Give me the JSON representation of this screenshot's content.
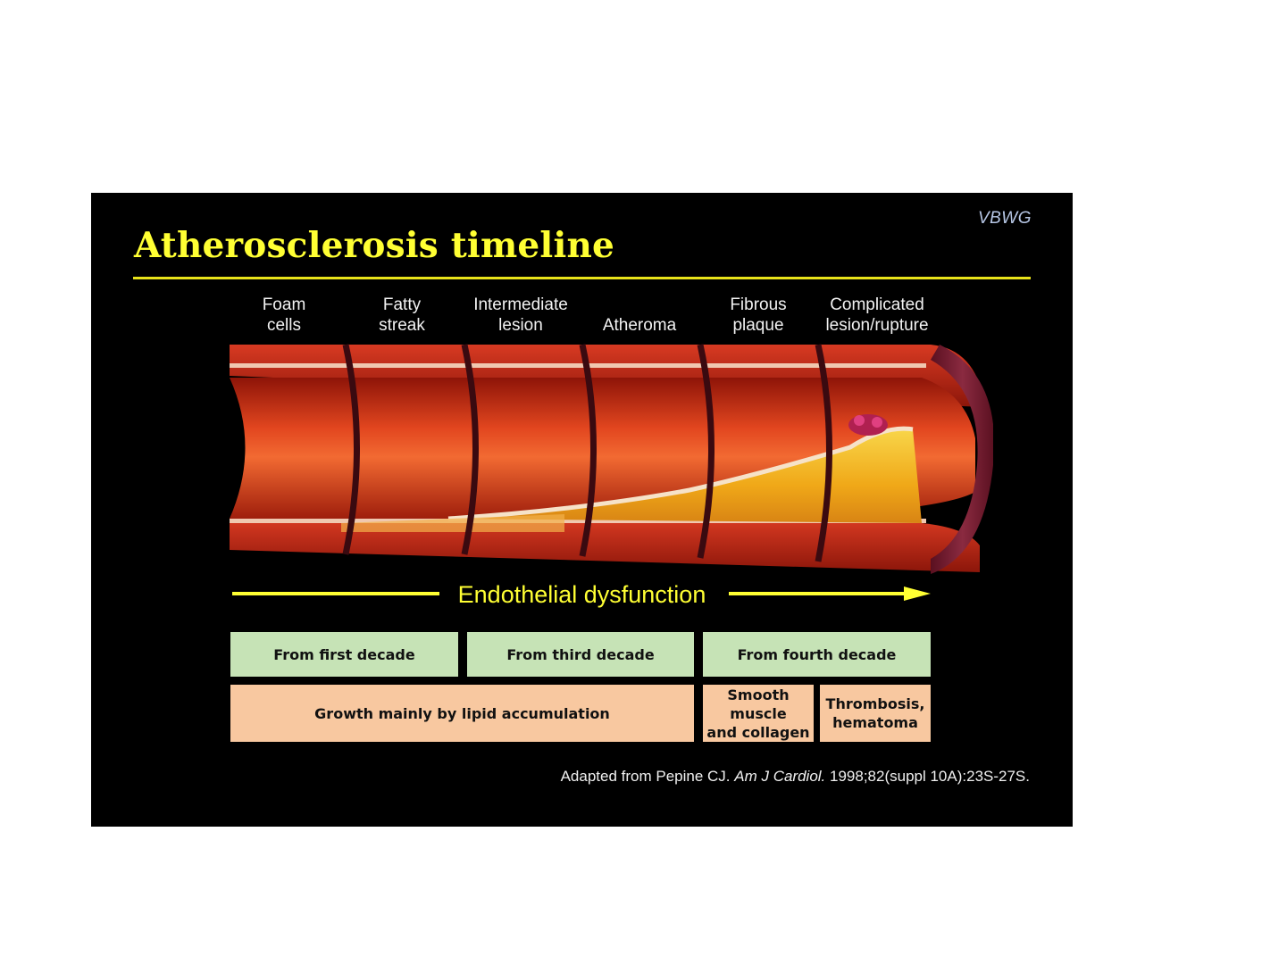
{
  "slide": {
    "tag": "VBWG",
    "title": "Atherosclerosis timeline",
    "stages": [
      "Foam\ncells",
      "Fatty\nstreak",
      "Intermediate\nlesion",
      "Atheroma",
      "Fibrous\nplaque",
      "Complicated\nlesion/rupture"
    ],
    "arrow_label": "Endothelial dysfunction",
    "onset": {
      "first": "From first decade",
      "third": "From third decade",
      "fourth": "From fourth decade"
    },
    "growth": {
      "lipid": "Growth mainly by lipid accumulation",
      "smooth": "Smooth muscle\nand collagen",
      "thrombosis": "Thrombosis,\nhematoma"
    },
    "citation": {
      "before": "Adapted from Pepine CJ. ",
      "journal": "Am J Cardiol.",
      "after": " 1998;82(suppl 10A):23S-27S."
    }
  },
  "colors": {
    "title": "#ffff33",
    "rule": "#e8e21a",
    "onset_box": "#c6e3b6",
    "growth_box": "#f8c8a0",
    "vessel_wall": "#c0281a",
    "lumen": "#e84a22",
    "plaque": "#f2c21e"
  }
}
